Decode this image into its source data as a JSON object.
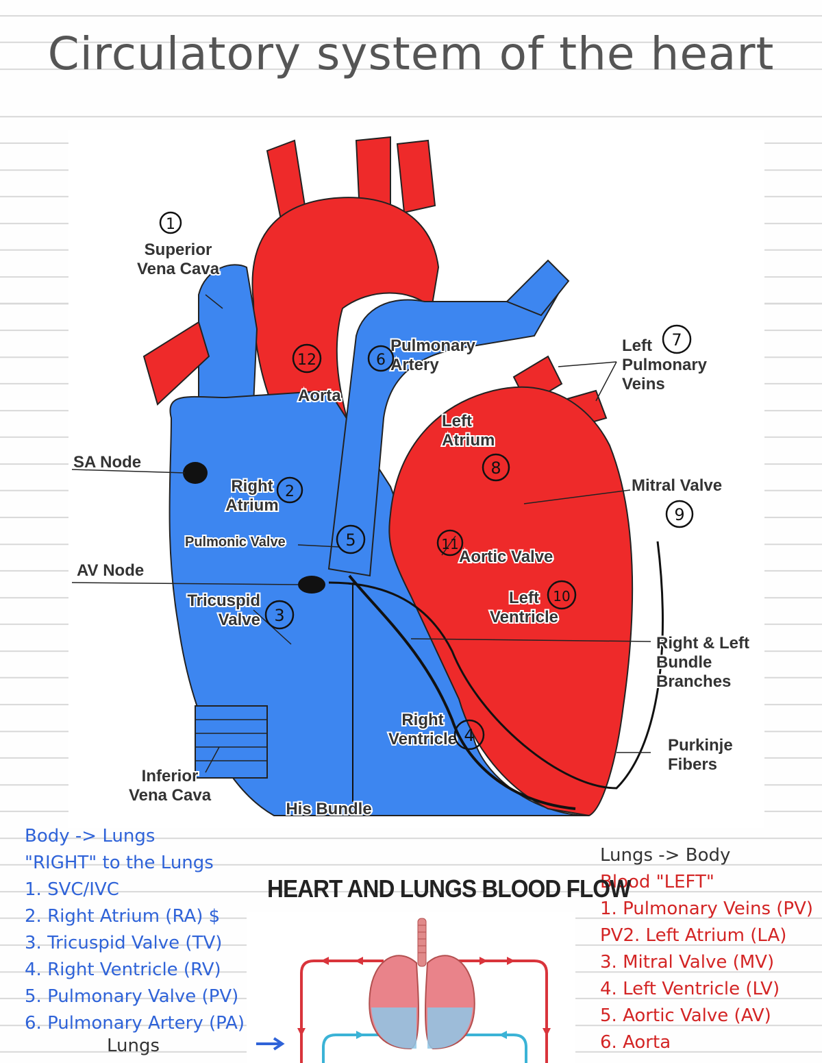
{
  "page": {
    "title": "Circulatory system of the heart"
  },
  "diagram": {
    "labels": {
      "superior_vena_cava": "Superior\nVena Cava",
      "pulmonary_artery": "Pulmonary\nArtery",
      "aorta": "Aorta",
      "left_pulmonary_veins": "Left\nPulmonary\nVeins",
      "left_atrium": "Left\nAtrium",
      "sa_node": "SA Node",
      "right_atrium": "Right\nAtrium",
      "mitral_valve": "Mitral Valve",
      "pulmonic_valve": "Pulmonic Valve",
      "aortic_valve": "Aortic Valve",
      "av_node": "AV Node",
      "tricuspid_valve": "Tricuspid\nValve",
      "left_ventricle": "Left\nVentricle",
      "bundle_branches": "Right & Left\nBundle\nBranches",
      "right_ventricle": "Right\nVentricle",
      "purkinje_fibers": "Purkinje\nFibers",
      "inferior_vena_cava": "Inferior\nVena Cava",
      "his_bundle": "His Bundle"
    },
    "numbers": [
      "1",
      "2",
      "3",
      "4",
      "5",
      "6",
      "7",
      "8",
      "9",
      "10",
      "11",
      "12"
    ],
    "colors": {
      "oxygenated": "#ee2a2a",
      "deoxygenated": "#3d86f0"
    }
  },
  "notes_right_side": {
    "items": [
      "Body -> Lungs",
      "\"RIGHT\" to the Lungs",
      "1. SVC/IVC",
      "2. Right Atrium (RA) $",
      "3. Tricuspid Valve (TV)",
      "4. Right Ventricle (RV)",
      "5. Pulmonary Valve (PV)",
      "6. Pulmonary Artery (PA)"
    ],
    "destination": "Lungs"
  },
  "notes_left_side": {
    "items": [
      "Lungs -> Body",
      "Blood \"LEFT\"",
      "1. Pulmonary Veins (PV)",
      "PV2. Left Atrium (LA)",
      "3. Mitral Valve (MV)",
      "4. Left Ventricle (LV)",
      "5. Aortic Valve (AV)",
      "6. Aorta"
    ]
  },
  "flow_figure": {
    "title": "HEART AND LUNGS BLOOD FLOW"
  }
}
